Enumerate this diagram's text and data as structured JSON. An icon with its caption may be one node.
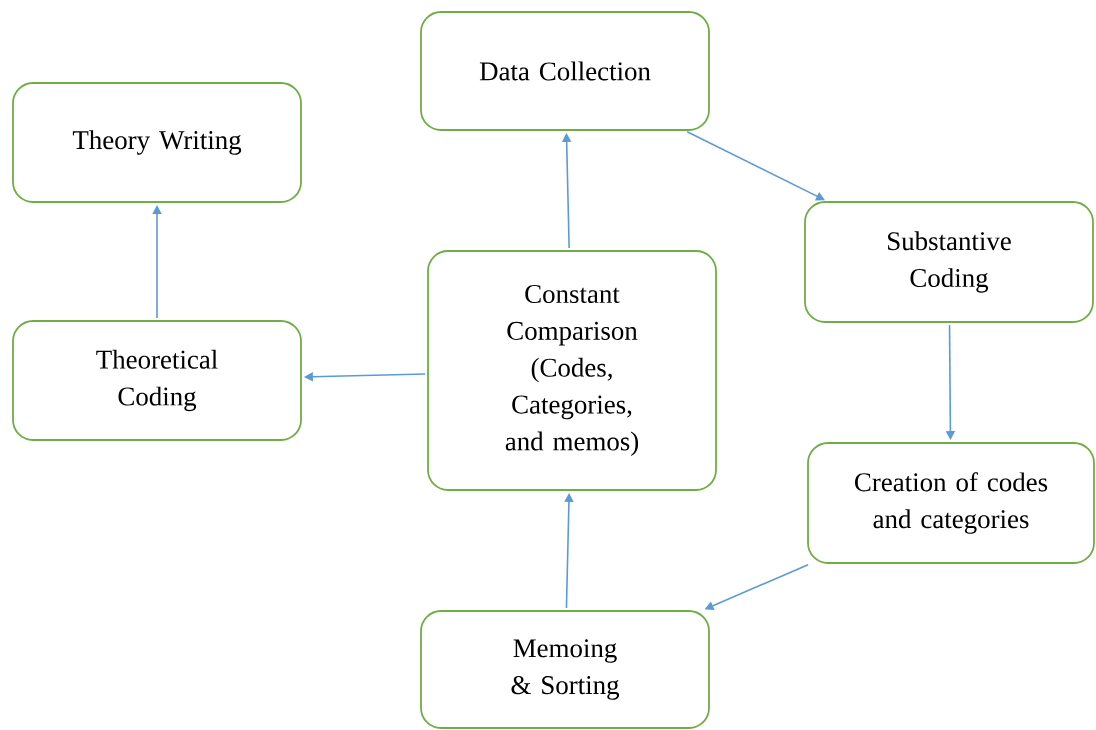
{
  "diagram": {
    "nodes": [
      {
        "text": [
          "Data Collection"
        ]
      },
      {
        "text": [
          "Theory Writing"
        ]
      },
      {
        "text": [
          "Substantive Coding"
        ]
      },
      {
        "text": [
          "Constant Comparison (Codes, Categories, and memos)"
        ]
      },
      {
        "text": [
          "Theoretical Coding"
        ]
      },
      {
        "text": [
          "Creation of codes and categories"
        ]
      },
      {
        "text": [
          "Memoing & Sorting"
        ]
      }
    ],
    "edges": [
      {
        "from": 3,
        "to": 0,
        "arrow": "to"
      },
      {
        "from": 0,
        "to": 2,
        "arrow": "to"
      },
      {
        "from": 2,
        "to": 5,
        "arrow": "to"
      },
      {
        "from": 5,
        "to": 6,
        "arrow": "to"
      },
      {
        "from": 6,
        "to": 3,
        "arrow": "to"
      },
      {
        "from": 3,
        "to": 4,
        "arrow": "to"
      },
      {
        "from": 4,
        "to": 1,
        "arrow": "to"
      }
    ]
  }
}
